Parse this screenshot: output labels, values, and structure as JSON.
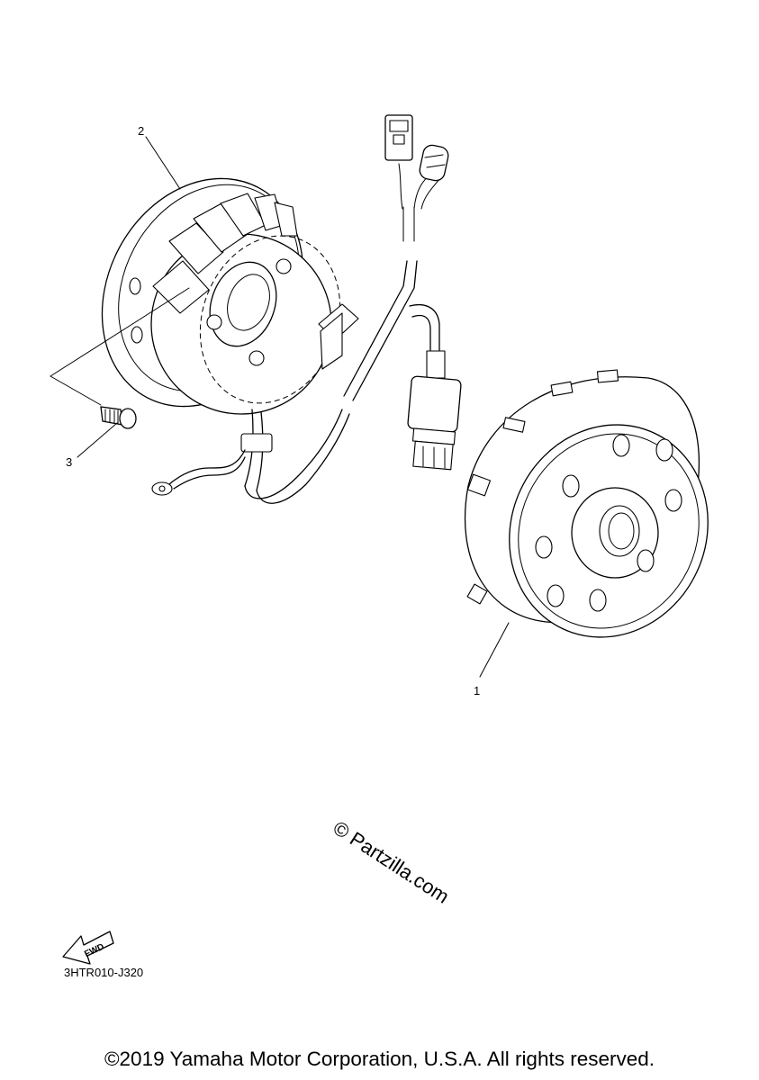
{
  "callouts": [
    "1",
    "2",
    "3"
  ],
  "watermark": "© Partzilla.com",
  "fwd_label": "FWD",
  "diagram_code": "3HTR010-J320",
  "copyright": "©2019 Yamaha Motor Corporation, U.S.A. All rights reserved."
}
